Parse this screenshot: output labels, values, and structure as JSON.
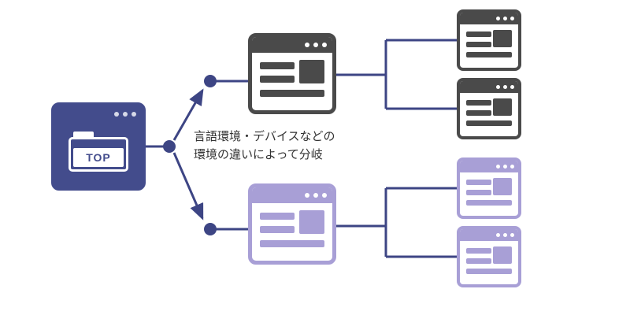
{
  "diagram": {
    "type": "site-branching-flow",
    "top_node": {
      "label": "TOP"
    },
    "annotation": {
      "lines": [
        "言語環境・デバイスなどの",
        "環境の違いによって分岐"
      ]
    },
    "branches": [
      {
        "id": "branch-dark",
        "color": "#4a4a4a",
        "leaf_count": 2
      },
      {
        "id": "branch-purple",
        "color": "#a89fd6",
        "leaf_count": 2
      }
    ],
    "icons": {
      "window_dots": "three-dots-titlebar",
      "folder": "folder-shape",
      "text_line": "bar-shape",
      "thumbnail": "square-shape",
      "branch_point": "filled-circle",
      "arrow": "arrowhead"
    },
    "colors": {
      "indigo": "#434c8c",
      "dark_gray": "#4a4a4a",
      "light_purple": "#a89fd6",
      "connector": "#3d4584",
      "text": "#333333",
      "background": "#ffffff"
    }
  }
}
